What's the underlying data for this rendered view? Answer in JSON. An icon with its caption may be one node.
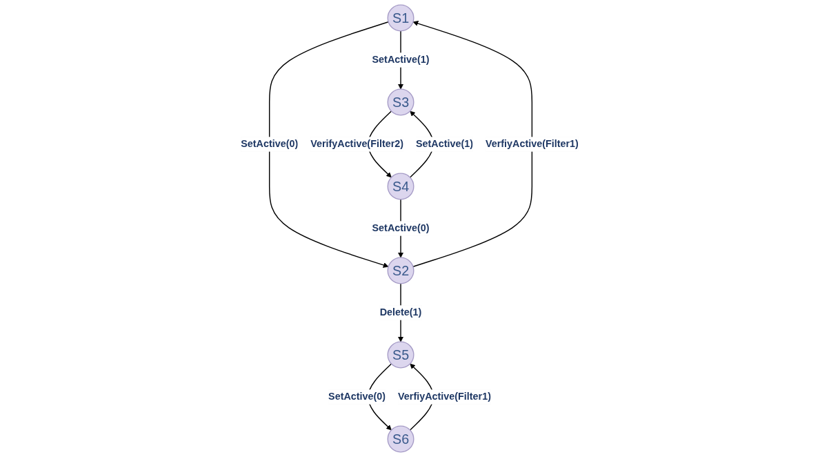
{
  "diagram": {
    "nodes": [
      {
        "text": [
          "S1"
        ]
      },
      {
        "text": [
          "S6"
        ]
      },
      {
        "text": [
          "S3"
        ]
      },
      {
        "text": [
          "S2"
        ]
      },
      {
        "text": [
          "S4"
        ]
      },
      {
        "text": [
          "S5"
        ]
      }
    ],
    "edges": [
      {
        "from": 0,
        "to": 2,
        "arrow": "to",
        "label": "SetActive(1)"
      },
      {
        "from": 0,
        "to": 3,
        "arrow": "to",
        "label": "SetActive(0)"
      },
      {
        "from": 3,
        "to": 0,
        "arrow": "to",
        "label": "VerfiyActive(Filter1)"
      },
      {
        "from": 2,
        "to": 4,
        "arrow": "to",
        "label": "VerifyActive(Filter2)"
      },
      {
        "from": 4,
        "to": 2,
        "arrow": "to",
        "label": "SetActive(1)"
      },
      {
        "from": 4,
        "to": 3,
        "arrow": "to",
        "label": "SetActive(0)"
      },
      {
        "from": 3,
        "to": 5,
        "arrow": "to",
        "label": "Delete(1)"
      },
      {
        "from": 1,
        "to": 5,
        "arrow": "to",
        "label": "VerfiyActive(Filter1)"
      },
      {
        "from": 5,
        "to": 1,
        "arrow": "to",
        "label": "SetActive(0)"
      }
    ]
  }
}
